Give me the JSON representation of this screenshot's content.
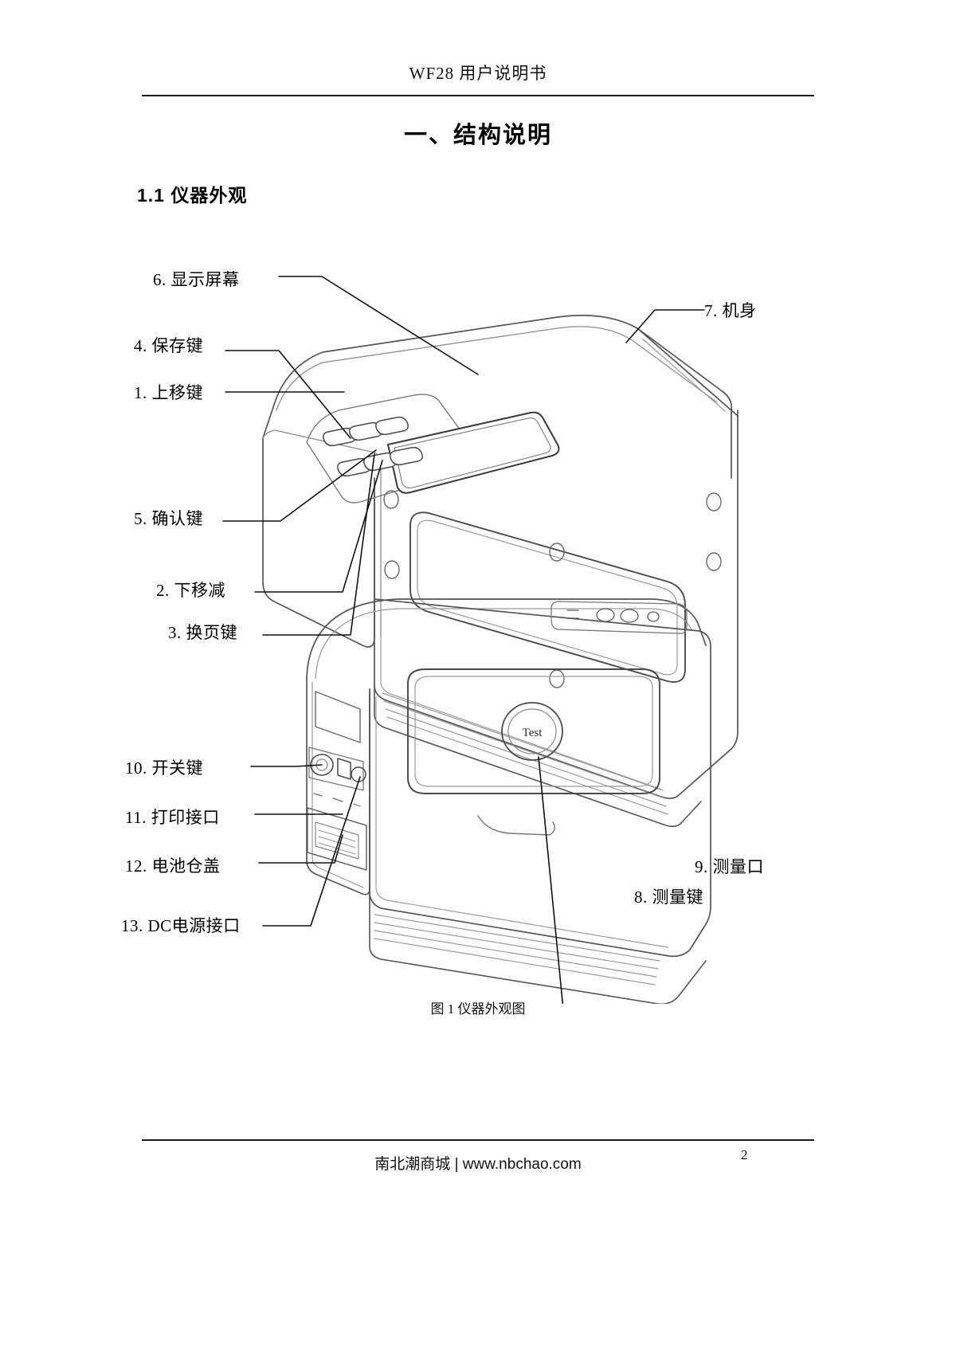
{
  "header": {
    "running_head": "WF28 用户说明书"
  },
  "doc": {
    "chapter_title": "一、结构说明",
    "section_title": "1.1 仪器外观",
    "figure_caption": "图 1 仪器外观图"
  },
  "figure1": {
    "labels": [
      {
        "id": "display-screen",
        "text": "6. 显示屏幕"
      },
      {
        "id": "save-key",
        "text": "4. 保存键"
      },
      {
        "id": "up-key",
        "text": "1. 上移键"
      },
      {
        "id": "confirm-key",
        "text": "5. 确认键"
      },
      {
        "id": "down-key",
        "text": "2. 下移减"
      },
      {
        "id": "page-key",
        "text": "3. 换页键"
      },
      {
        "id": "body",
        "text": "7. 机身"
      }
    ]
  },
  "figure2": {
    "labels": [
      {
        "id": "power-key",
        "text": "10. 开关键"
      },
      {
        "id": "print-port",
        "text": "11. 打印接口"
      },
      {
        "id": "battery-cover",
        "text": "12. 电池仓盖"
      },
      {
        "id": "dc-power-port",
        "text": "13. DC电源接口"
      },
      {
        "id": "measure-aperture",
        "text": "9. 测量口"
      },
      {
        "id": "measure-key",
        "text": "8. 测量键"
      }
    ],
    "device_button_text": "Test"
  },
  "footer": {
    "site": "南北潮商城 | www.nbchao.com",
    "page_number": "2"
  },
  "colors": {
    "ink": "#000000",
    "rule": "#1a1a1a",
    "line_art_light": "#9a9a9a",
    "line_art_dark": "#3a3a3a",
    "paper": "#ffffff"
  }
}
